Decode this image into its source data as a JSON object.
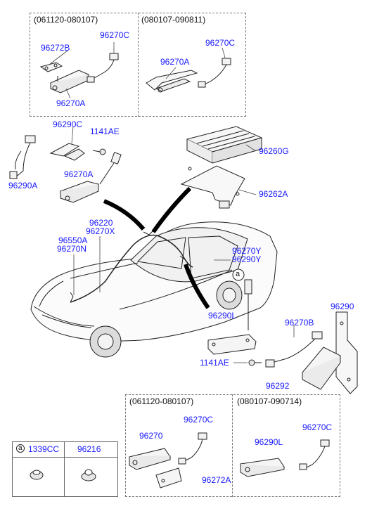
{
  "top_box": {
    "left_header": "(061120-080107)",
    "right_header": "(080107-090811)",
    "labels": [
      "96272B",
      "96270C",
      "96270A",
      "96270A",
      "96270C"
    ]
  },
  "middle": {
    "labels": {
      "p96290C": "96290C",
      "p1141AE_a": "1141AE",
      "p96290A": "96290A",
      "p96270A": "96270A",
      "p96260G": "96260G",
      "p96262A": "96262A",
      "p96220": "96220",
      "p96270X": "96270X",
      "p96550A": "96550A",
      "p96270N": "96270N",
      "p96270Y": "96270Y",
      "p96290Y": "96290Y",
      "p96290L": "96290L",
      "p96290": "96290",
      "p96270B": "96270B",
      "p1141AE_b": "1141AE",
      "p96292": "96292"
    },
    "callout_letter": "a"
  },
  "bottom_box": {
    "left_header": "(061120-080107)",
    "right_header": "(080107-090714)",
    "labels": [
      "96270",
      "96270C",
      "96272A",
      "96290L",
      "96270C"
    ]
  },
  "legend_table": {
    "letter": "a",
    "col1": "1339CC",
    "col2": "96216"
  }
}
